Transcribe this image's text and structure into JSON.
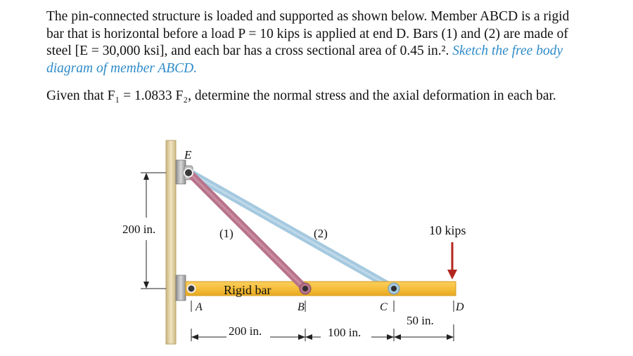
{
  "problem": {
    "line1": "The pin-connected structure is loaded and supported as shown below. Member ABCD is a rigid",
    "line2": "bar that is horizontal before a load P = 10 kips is applied at end D. Bars (1) and (2) are made of",
    "line3": "steel [E = 30,000 ksi], and each bar has a cross sectional area of 0.45 in.². ",
    "sketch_link": "Sketch the free body",
    "line4_link": "diagram of member ABCD.",
    "given": "Given that F₁ = 1.0833 F₂, determine the normal stress and the axial deformation in each bar."
  },
  "figure": {
    "point_e": "E",
    "point_a": "A",
    "point_b": "B",
    "point_c": "C",
    "point_d": "D",
    "bar1_label": "(1)",
    "bar2_label": "(2)",
    "rigid_bar_label": "Rigid bar",
    "load_label": "10 kips",
    "height_dim": "200 in.",
    "dim_ab": "200 in.",
    "dim_bc": "100 in.",
    "dim_cd": "50 in.",
    "colors": {
      "rigid_bar": "#f6be3a",
      "bar1": "#b8738a",
      "bar2": "#a5c9df",
      "wall": "#e3d3aa",
      "load_arrow": "#b3261e"
    }
  }
}
